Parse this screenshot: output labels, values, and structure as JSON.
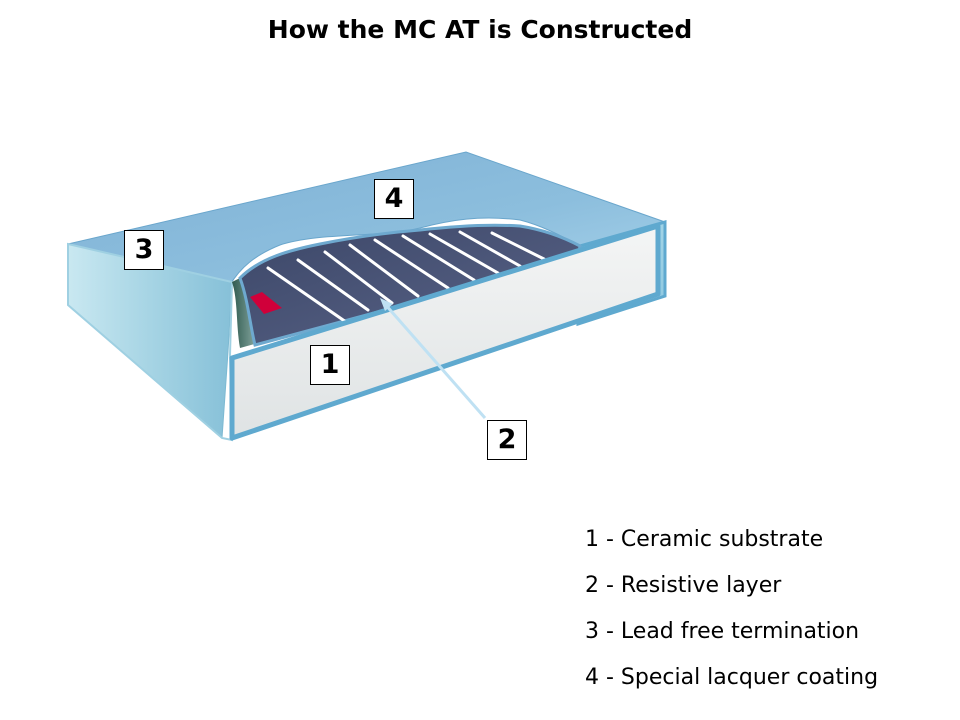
{
  "title": "How the MC AT is Constructed",
  "callouts": [
    {
      "label": "1"
    },
    {
      "label": "2"
    },
    {
      "label": "3"
    },
    {
      "label": "4"
    }
  ],
  "legend": [
    "1 - Ceramic substrate",
    "2 - Resistive layer",
    "3 - Lead free termination",
    "4 - Special lacquer coating"
  ],
  "colors": {
    "lacquer": "#8fbddb",
    "termination": "#a9d7e6",
    "resistive_layer": "#4a5577",
    "substrate": "#f0f1f1",
    "electrode": "#d0003a"
  }
}
